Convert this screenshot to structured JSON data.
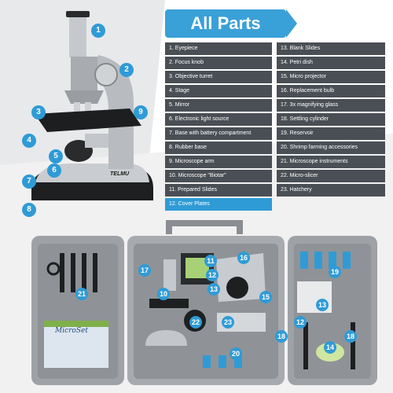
{
  "title": "All Parts",
  "brand": "TELMU",
  "book_label": "MicroSet",
  "colors": {
    "accent": "#2f9bd6",
    "row": "#4a4f55",
    "case": "#9ea2a6"
  },
  "parts_left": [
    {
      "label": "1. Eyepiece",
      "highlight": false
    },
    {
      "label": "2. Focus knob",
      "highlight": false
    },
    {
      "label": "3. Objective turret",
      "highlight": false
    },
    {
      "label": "4. Stage",
      "highlight": false
    },
    {
      "label": "5. Mirror",
      "highlight": false
    },
    {
      "label": "6. Electronic light source",
      "highlight": false
    },
    {
      "label": "7. Base with battery compartment",
      "highlight": false
    },
    {
      "label": "8. Rubber base",
      "highlight": false
    },
    {
      "label": "9. Microscope arm",
      "highlight": false
    },
    {
      "label": "10. Microscope \"Biotar\"",
      "highlight": false
    },
    {
      "label": "11. Prepared Slides",
      "highlight": false
    },
    {
      "label": "12. Cover Plates",
      "highlight": true
    }
  ],
  "parts_right": [
    {
      "label": "13. Blank Slides",
      "highlight": false
    },
    {
      "label": "14. Petri dish",
      "highlight": false
    },
    {
      "label": "15. Micro projector",
      "highlight": false
    },
    {
      "label": "16. Replacement bulb",
      "highlight": false
    },
    {
      "label": "17. 3x magnifying glass",
      "highlight": false
    },
    {
      "label": "18. Settling cylinder",
      "highlight": false
    },
    {
      "label": "19. Reservoir",
      "highlight": false
    },
    {
      "label": "20. Shrimp farming accessories",
      "highlight": false
    },
    {
      "label": "21. Microscope instruments",
      "highlight": false
    },
    {
      "label": "22. Micro-slicer",
      "highlight": false
    },
    {
      "label": "23. Hatchery",
      "highlight": false
    }
  ],
  "callouts": {
    "c1": "1",
    "c2": "2",
    "c3": "3",
    "c4": "4",
    "c5": "5",
    "c6": "6",
    "c7": "7",
    "c8": "8",
    "c9": "9",
    "c10": "10",
    "c11": "11",
    "c12a": "12",
    "c12b": "12",
    "c13a": "13",
    "c13b": "13",
    "c14": "14",
    "c15": "15",
    "c16": "16",
    "c17": "17",
    "c18a": "18",
    "c18b": "18",
    "c19": "19",
    "c20": "20",
    "c21": "21",
    "c22": "22",
    "c23": "23"
  }
}
